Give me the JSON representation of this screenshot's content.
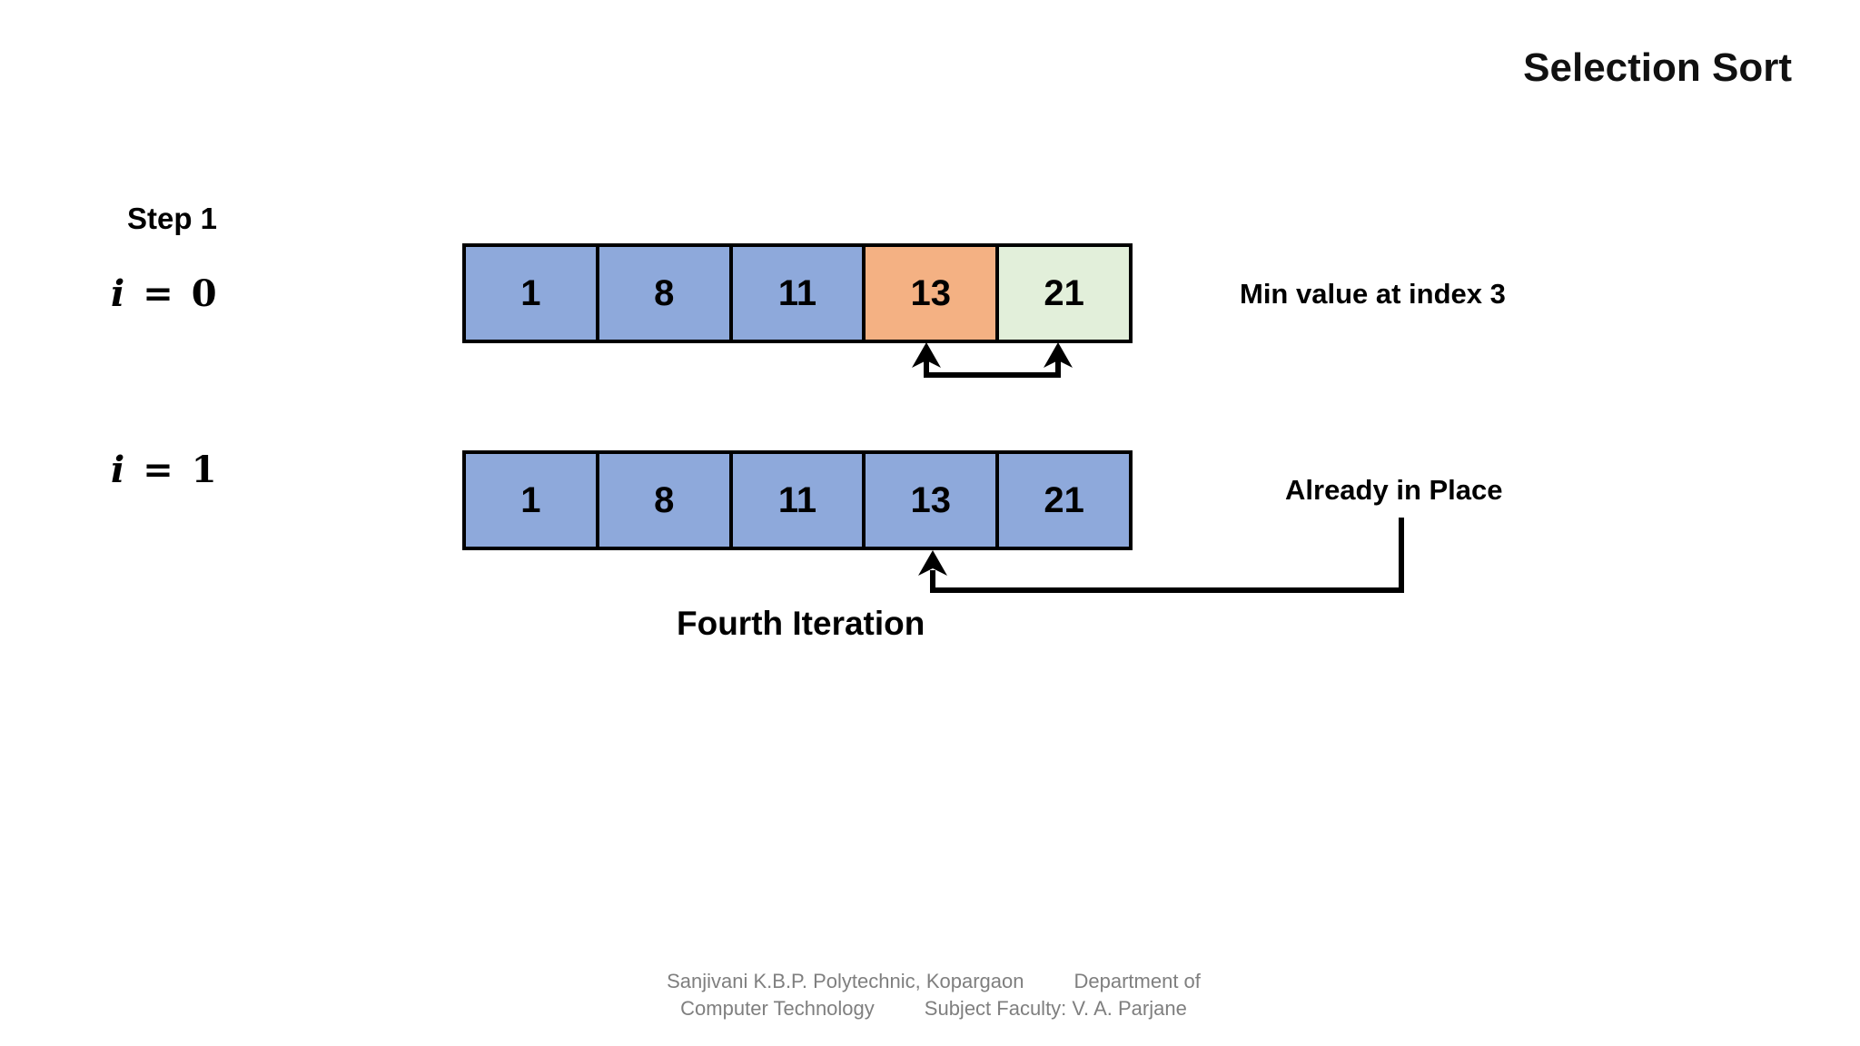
{
  "title": "Selection Sort",
  "step": {
    "label": "Step 1"
  },
  "caption": "Fourth Iteration",
  "iterations": [
    {
      "index": {
        "var": "i",
        "op": "=",
        "value": "0"
      },
      "annotation": "Min value at index 3",
      "cells": [
        {
          "value": "1",
          "bg": "#8EA9DB"
        },
        {
          "value": "8",
          "bg": "#8EA9DB"
        },
        {
          "value": "11",
          "bg": "#8EA9DB"
        },
        {
          "value": "13",
          "bg": "#F4B183"
        },
        {
          "value": "21",
          "bg": "#E2EFDA"
        }
      ]
    },
    {
      "index": {
        "var": "i",
        "op": "=",
        "value": "1"
      },
      "annotation": "Already in Place",
      "cells": [
        {
          "value": "1",
          "bg": "#8EA9DB"
        },
        {
          "value": "8",
          "bg": "#8EA9DB"
        },
        {
          "value": "11",
          "bg": "#8EA9DB"
        },
        {
          "value": "13",
          "bg": "#8EA9DB"
        },
        {
          "value": "21",
          "bg": "#8EA9DB"
        }
      ]
    }
  ],
  "footer": {
    "line1_left": "Sanjivani K.B.P. Polytechnic, Kopargaon",
    "line1_right": "Department of",
    "line2_left": "Computer Technology",
    "line2_right": "Subject Faculty: V. A. Parjane"
  },
  "colors": {
    "cell_blue": "#8EA9DB",
    "cell_orange": "#F4B183",
    "cell_green": "#E2EFDA",
    "border": "#000000",
    "arrow": "#000000",
    "footer_text": "#7F7F7F"
  }
}
